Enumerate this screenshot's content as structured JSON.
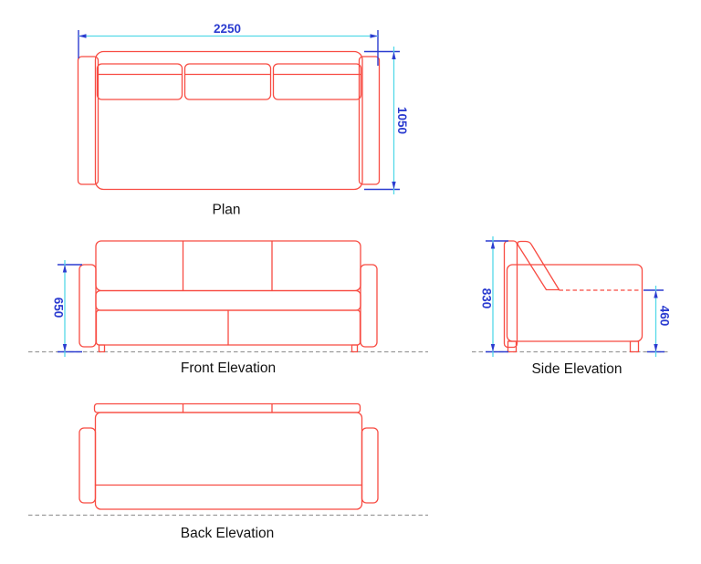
{
  "colors": {
    "red": "#f84b42",
    "cyan": "#54d9e8",
    "blue": "#2b3cd0",
    "gray": "#9a9a9a",
    "label": "#141414",
    "bg": "#ffffff"
  },
  "views": {
    "plan": {
      "label": "Plan"
    },
    "front": {
      "label": "Front Elevation"
    },
    "side": {
      "label": "Side Elevation"
    },
    "back": {
      "label": "Back Elevation"
    }
  },
  "dimensions": {
    "overall_width": "2250",
    "overall_depth": "1050",
    "arm_height": "650",
    "back_height": "830",
    "seat_height": "460"
  }
}
